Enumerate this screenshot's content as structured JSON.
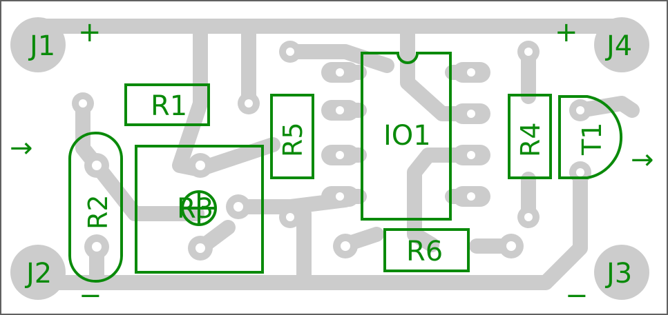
{
  "colors": {
    "trace": "#cccccc",
    "silk": "#0a8a0a",
    "border": "#606060",
    "background": "#ffffff"
  },
  "connectors": {
    "j1": "J1",
    "j2": "J2",
    "j3": "J3",
    "j4": "J4"
  },
  "components": {
    "r1": "R1",
    "r2": "R2",
    "r3": "R3",
    "r4": "R4",
    "r5": "R5",
    "r6": "R6",
    "io1": "IO1",
    "t1": "T1"
  },
  "polarity": {
    "plus_left": "+",
    "plus_right": "+",
    "minus_left": "−",
    "minus_right": "−"
  },
  "signals": {
    "input_arrow": "→",
    "output_arrow": "→"
  }
}
